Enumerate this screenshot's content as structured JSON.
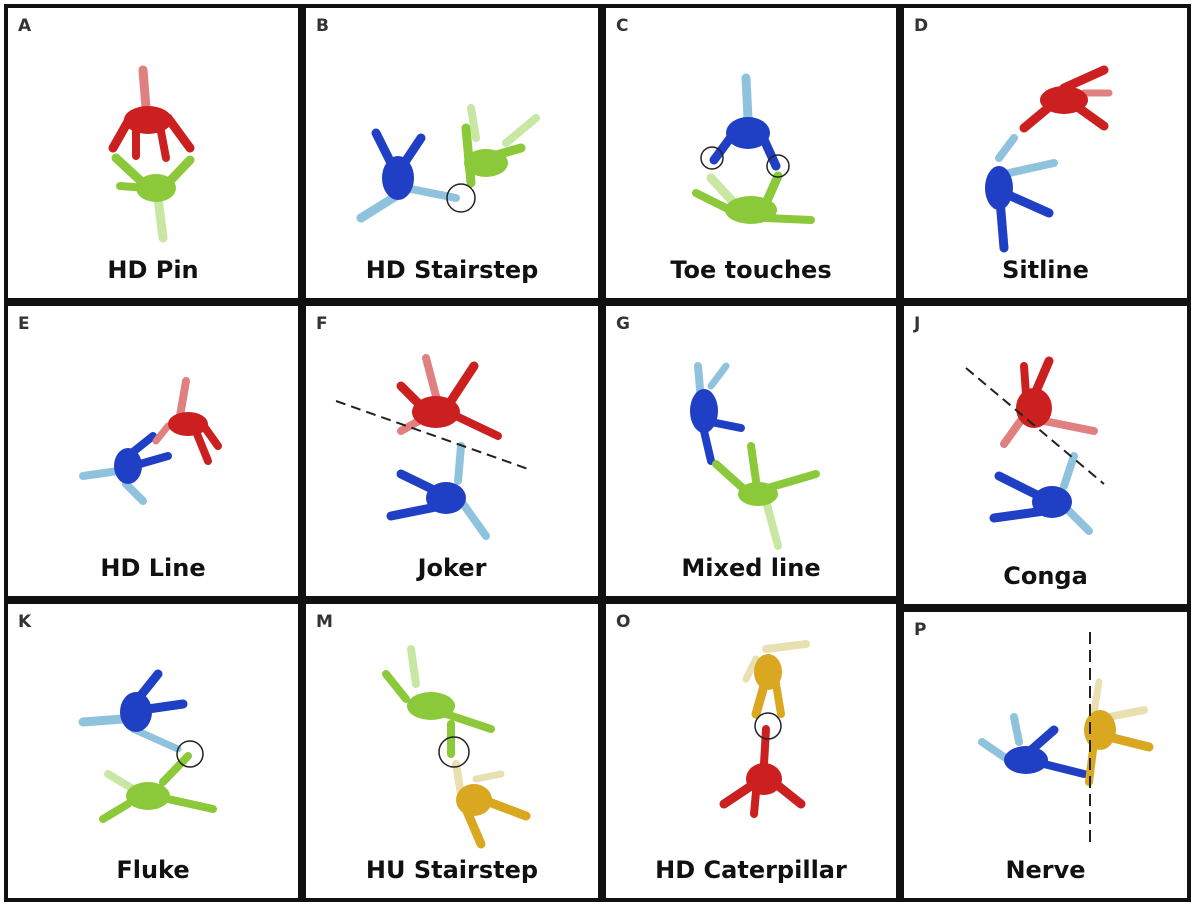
{
  "colors": {
    "red": "#cc1f1f",
    "red_light": "#e08080",
    "green": "#8bc83a",
    "green_light": "#c7e7a2",
    "blue": "#1f3fc4",
    "blue_light": "#8fc3dd",
    "gold": "#d9a720",
    "gold_light": "#e8e0b0",
    "border": "#111111",
    "annotation": "#222222"
  },
  "panels": [
    {
      "letter": "A",
      "title": "HD Pin",
      "figures": [
        "red",
        "green"
      ],
      "annotation": "none"
    },
    {
      "letter": "B",
      "title": "HD Stairstep",
      "figures": [
        "blue",
        "green"
      ],
      "annotation": "circle"
    },
    {
      "letter": "C",
      "title": "Toe touches",
      "figures": [
        "blue",
        "green"
      ],
      "annotation": "two-circles"
    },
    {
      "letter": "D",
      "title": "Sitline",
      "figures": [
        "red",
        "blue"
      ],
      "annotation": "none"
    },
    {
      "letter": "E",
      "title": "HD Line",
      "figures": [
        "blue",
        "red"
      ],
      "annotation": "none"
    },
    {
      "letter": "F",
      "title": "Joker",
      "figures": [
        "red",
        "blue"
      ],
      "annotation": "dashed-line"
    },
    {
      "letter": "G",
      "title": "Mixed line",
      "figures": [
        "blue",
        "green"
      ],
      "annotation": "none"
    },
    {
      "letter": "J",
      "title": "Conga",
      "figures": [
        "red",
        "blue"
      ],
      "annotation": "dashed-line"
    },
    {
      "letter": "K",
      "title": "Fluke",
      "figures": [
        "blue",
        "green"
      ],
      "annotation": "circle"
    },
    {
      "letter": "M",
      "title": "HU Stairstep",
      "figures": [
        "green",
        "gold"
      ],
      "annotation": "circle"
    },
    {
      "letter": "O",
      "title": "HD Caterpillar",
      "figures": [
        "gold",
        "red"
      ],
      "annotation": "circle"
    },
    {
      "letter": "P",
      "title": "Nerve",
      "figures": [
        "blue",
        "gold"
      ],
      "annotation": "dashed-line"
    }
  ]
}
